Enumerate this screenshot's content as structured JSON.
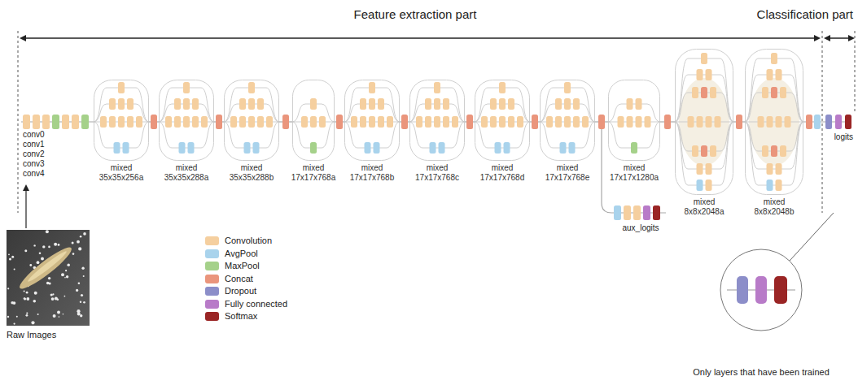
{
  "diagram": {
    "nodes": [
      {
        "text": [
          "mixed 35x35x256a"
        ]
      },
      {
        "text": [
          "mixed 35x35x288a"
        ]
      },
      {
        "text": [
          "mixed 35x35x288b"
        ]
      },
      {
        "text": [
          "mixed 17x17x768a"
        ]
      },
      {
        "text": [
          "mixed 17x17x768b"
        ]
      },
      {
        "text": [
          "mixed 17x17x768c"
        ]
      },
      {
        "text": [
          "mixed 17x17x768d"
        ]
      },
      {
        "text": [
          "mixed 17x17x768e"
        ]
      },
      {
        "text": [
          "mixed 17x17x1280a"
        ]
      },
      {
        "text": [
          "mixed 8x8x2048a"
        ]
      },
      {
        "text": [
          "mixed 8x8x2048b"
        ]
      }
    ],
    "edges": [
      {
        "from": 0,
        "to": 1,
        "arrow": "none"
      },
      {
        "from": 1,
        "to": 2,
        "arrow": "none"
      },
      {
        "from": 2,
        "to": 3,
        "arrow": "none"
      },
      {
        "from": 3,
        "to": 4,
        "arrow": "none"
      },
      {
        "from": 4,
        "to": 5,
        "arrow": "none"
      },
      {
        "from": 5,
        "to": 6,
        "arrow": "none"
      },
      {
        "from": 6,
        "to": 7,
        "arrow": "none"
      },
      {
        "from": 7,
        "to": 8,
        "arrow": "none"
      },
      {
        "from": 8,
        "to": 9,
        "arrow": "none"
      },
      {
        "from": 9,
        "to": 10,
        "arrow": "none"
      }
    ],
    "labels": [
      "Feature extraction part",
      "Classification part",
      "conv0",
      "conv1",
      "conv2",
      "conv3",
      "conv4",
      "aux_logits",
      "logits",
      "Raw Images",
      "Only layers that have been trained"
    ],
    "legend": [
      {
        "text": "Convolution",
        "color": "#f5cf9f"
      },
      {
        "text": "AvgPool",
        "color": "#a9d3ec"
      },
      {
        "text": "MaxPool",
        "color": "#a5d18a"
      },
      {
        "text": "Concat",
        "color": "#ea957c"
      },
      {
        "text": "Dropout",
        "color": "#8c8ec9"
      },
      {
        "text": "Fully connected",
        "color": "#b87bc8"
      },
      {
        "text": "Softmax",
        "color": "#9a2525"
      }
    ]
  }
}
